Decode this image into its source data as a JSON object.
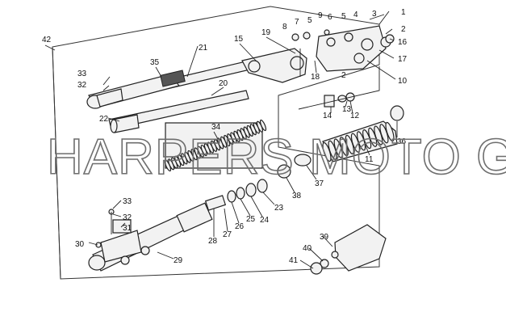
{
  "watermark": "HARPERS MOTO GUZZI©",
  "labels": [
    {
      "id": "42",
      "text": "42"
    },
    {
      "id": "21",
      "text": "21"
    },
    {
      "id": "15",
      "text": "15"
    },
    {
      "id": "19",
      "text": "19"
    },
    {
      "id": "8",
      "text": "8"
    },
    {
      "id": "7",
      "text": "7"
    },
    {
      "id": "5a",
      "text": "5"
    },
    {
      "id": "9",
      "text": "9"
    },
    {
      "id": "6",
      "text": "6"
    },
    {
      "id": "5b",
      "text": "5"
    },
    {
      "id": "4",
      "text": "4"
    },
    {
      "id": "3",
      "text": "3"
    },
    {
      "id": "1",
      "text": "1"
    },
    {
      "id": "2a",
      "text": "2"
    },
    {
      "id": "16",
      "text": "16"
    },
    {
      "id": "17",
      "text": "17"
    },
    {
      "id": "10",
      "text": "10"
    },
    {
      "id": "2b",
      "text": "2"
    },
    {
      "id": "18",
      "text": "18"
    },
    {
      "id": "33a",
      "text": "33"
    },
    {
      "id": "32a",
      "text": "32"
    },
    {
      "id": "35",
      "text": "35"
    },
    {
      "id": "20",
      "text": "20"
    },
    {
      "id": "22",
      "text": "22"
    },
    {
      "id": "14",
      "text": "14"
    },
    {
      "id": "13",
      "text": "13"
    },
    {
      "id": "12",
      "text": "12"
    },
    {
      "id": "34",
      "text": "34"
    },
    {
      "id": "11",
      "text": "11"
    },
    {
      "id": "36",
      "text": "36"
    },
    {
      "id": "37",
      "text": "37"
    },
    {
      "id": "38",
      "text": "38"
    },
    {
      "id": "23",
      "text": "23"
    },
    {
      "id": "24",
      "text": "24"
    },
    {
      "id": "25",
      "text": "25"
    },
    {
      "id": "26",
      "text": "26"
    },
    {
      "id": "27",
      "text": "27"
    },
    {
      "id": "28",
      "text": "28"
    },
    {
      "id": "33b",
      "text": "33"
    },
    {
      "id": "32b",
      "text": "32"
    },
    {
      "id": "31",
      "text": "31"
    },
    {
      "id": "30",
      "text": "30"
    },
    {
      "id": "29",
      "text": "29"
    },
    {
      "id": "39",
      "text": "39"
    },
    {
      "id": "40",
      "text": "40"
    },
    {
      "id": "41",
      "text": "41"
    }
  ]
}
